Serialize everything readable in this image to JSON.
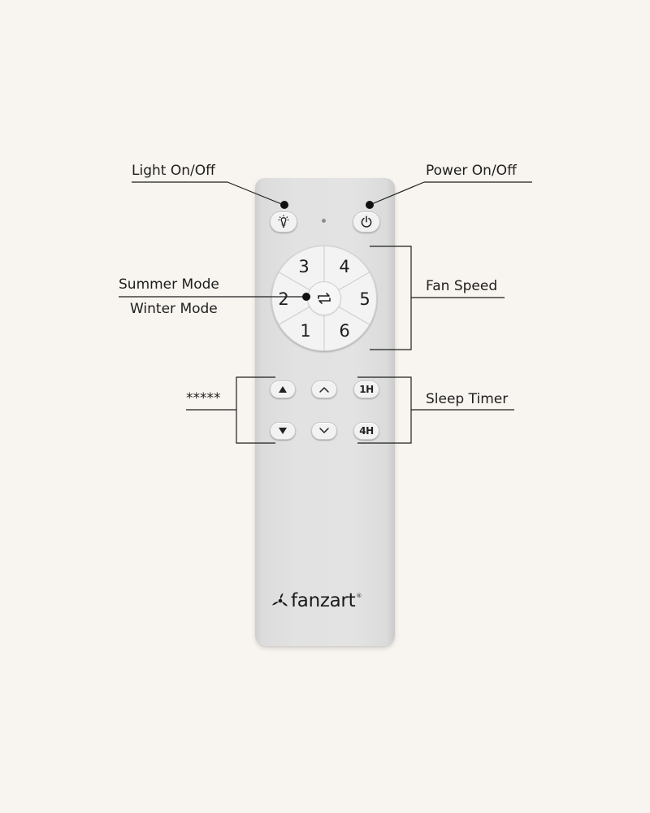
{
  "labels": {
    "light": "Light On/Off",
    "power": "Power On/Off",
    "summer": "Summer Mode",
    "winter": "Winter Mode",
    "fan_speed": "Fan Speed",
    "stars": "*****",
    "sleep_timer": "Sleep Timer"
  },
  "remote": {
    "dial": {
      "speeds": [
        "1",
        "2",
        "3",
        "4",
        "5",
        "6"
      ]
    },
    "buttons": {
      "timer_1h": "1H",
      "timer_4h": "4H"
    },
    "brand": {
      "name": "fanzart",
      "reg_mark": "®"
    }
  },
  "icons": {
    "light": "light-bulb-icon",
    "power": "power-icon",
    "mode": "reverse-arrows-icon",
    "up": "triangle-up-icon",
    "down": "triangle-down-icon",
    "chevron_up": "chevron-up-icon",
    "chevron_down": "chevron-down-icon",
    "logo": "fan-logo-icon"
  },
  "colors": {
    "background": "#f8f4ef",
    "remote": "#e1e1e1",
    "button": "#f2f2f2",
    "text": "#1e1e1e"
  }
}
